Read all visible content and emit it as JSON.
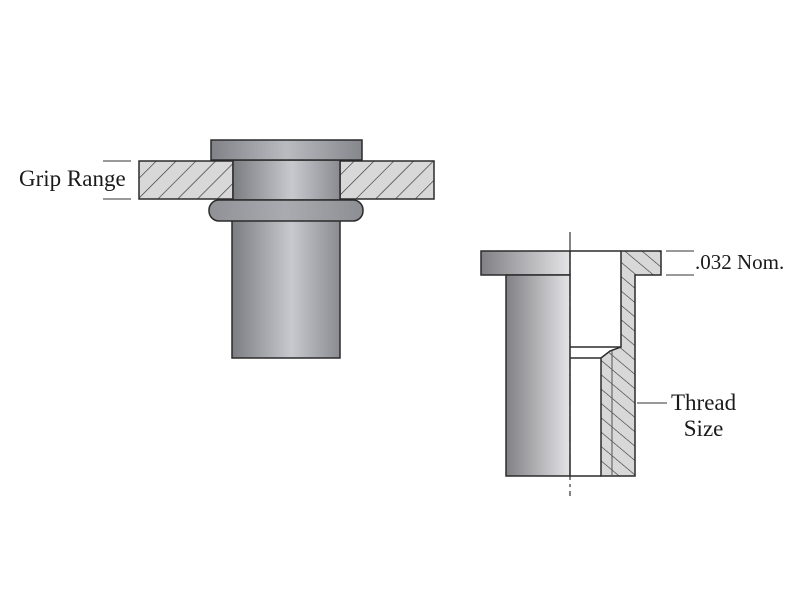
{
  "diagram": {
    "title": "Rivet nut installation and cross-section",
    "left_view": {
      "description": "Installed rivet nut clamped through sheet material",
      "annotation": "Grip Range"
    },
    "right_view": {
      "description": "Half cross-section of rivet nut",
      "annotations": {
        "flange_thickness": ".032 Nom.",
        "thread_line1": "Thread",
        "thread_line2": "Size"
      }
    },
    "colors": {
      "outline": "#2b2b2b",
      "metal_dark": "#7d7f84",
      "metal_light": "#c9cbd0",
      "hatch_fill": "#d6d6d6",
      "hatch_line": "#333333",
      "background": "#ffffff"
    }
  }
}
